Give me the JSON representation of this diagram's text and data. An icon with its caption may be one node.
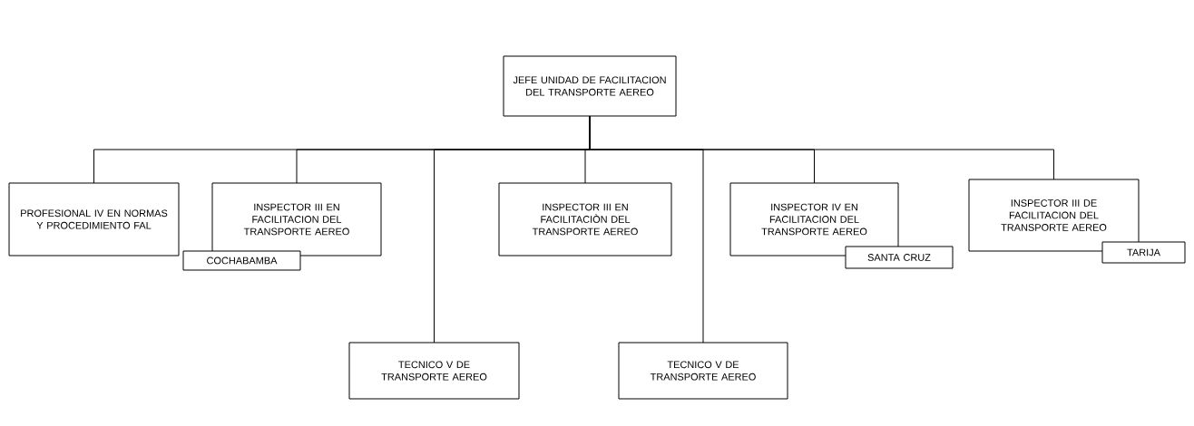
{
  "diagram": {
    "nodes": [
      {
        "text": [
          "JEFE UNIDAD DE FACILITACION DEL TRANSPORTE AEREO"
        ]
      },
      {
        "text": [
          "PROFESIONAL IV EN NORMAS Y PROCEDIMIENTO FAL"
        ]
      },
      {
        "text": [
          "INSPECTOR III EN FACILITACION DEL TRANSPORTE AEREO"
        ]
      },
      {
        "text": [
          "INSPECTOR III EN FACILITACIÒN DEL TRANSPORTE AEREO"
        ]
      },
      {
        "text": [
          "INSPECTOR IV EN FACILITACION DEL TRANSPORTE AEREO"
        ]
      },
      {
        "text": [
          "INSPECTOR III DE FACILITACION DEL TRANSPORTE AEREO"
        ]
      },
      {
        "text": [
          "COCHABAMBA"
        ]
      },
      {
        "text": [
          "SANTA CRUZ"
        ]
      },
      {
        "text": [
          "TARIJA"
        ]
      },
      {
        "text": [
          "TECNICO V DE TRANSPORTE AEREO"
        ]
      },
      {
        "text": [
          "TECNICO V DE TRANSPORTE AEREO"
        ]
      }
    ],
    "edges": [
      {
        "from": 0,
        "to": 1,
        "arrow": "none"
      },
      {
        "from": 0,
        "to": 2,
        "arrow": "none"
      },
      {
        "from": 0,
        "to": 9,
        "arrow": "none"
      },
      {
        "from": 0,
        "to": 3,
        "arrow": "none"
      },
      {
        "from": 0,
        "to": 10,
        "arrow": "none"
      },
      {
        "from": 0,
        "to": 4,
        "arrow": "none"
      },
      {
        "from": 0,
        "to": 5,
        "arrow": "none"
      }
    ]
  }
}
